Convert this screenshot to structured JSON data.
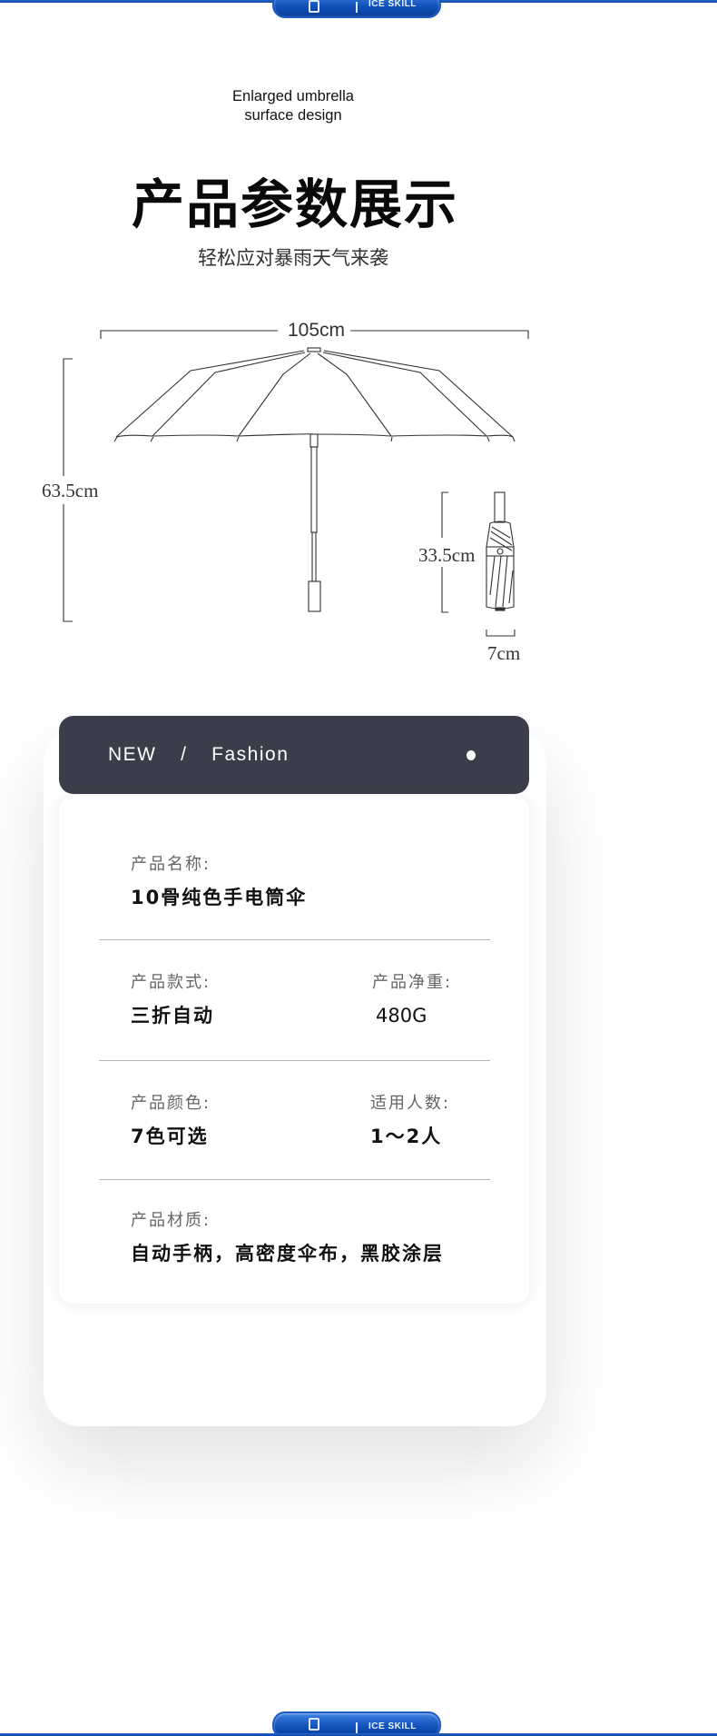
{
  "brand_badge": {
    "text": "ICE SKILL",
    "icon": "cup-icon",
    "color": "#0f4fb8"
  },
  "header": {
    "english_tagline_line1": "Enlarged umbrella",
    "english_tagline_line2": "surface design",
    "title": "产品参数展示",
    "subtitle": "轻松应对暴雨天气来袭"
  },
  "diagram": {
    "open_width": "105cm",
    "open_height": "63.5cm",
    "folded_length": "33.5cm",
    "folded_diameter": "7cm"
  },
  "card": {
    "header_text": "NEW  /  Fashion",
    "header_color": "#3b3e4a",
    "fields": [
      {
        "label": "产品名称:",
        "value": "10骨纯色手电筒伞"
      },
      {
        "label": "产品款式:",
        "value": "三折自动"
      },
      {
        "label": "产品净重:",
        "value": "480G"
      },
      {
        "label": "产品颜色:",
        "value": "7色可选"
      },
      {
        "label": "适用人数:",
        "value": "1～2人"
      },
      {
        "label": "产品材质:",
        "value": "自动手柄，高密度伞布，黑胶涂层"
      }
    ]
  }
}
